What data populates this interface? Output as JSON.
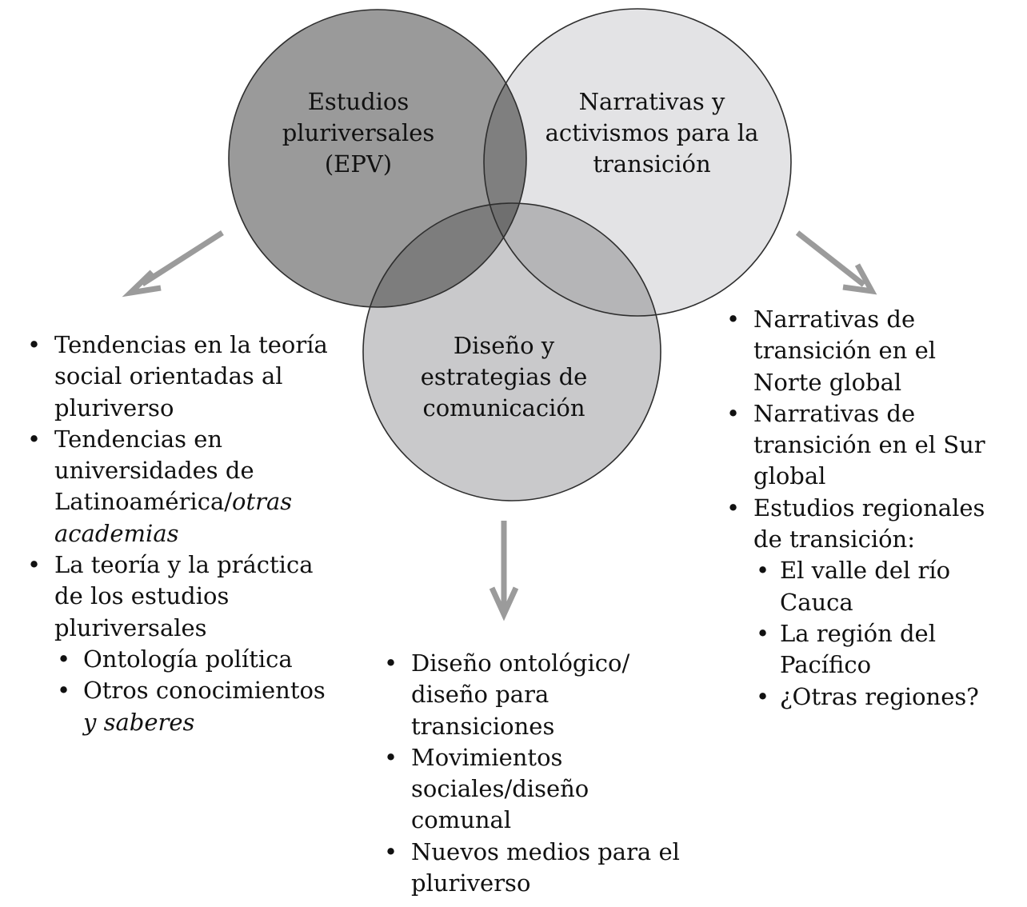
{
  "circles": {
    "epv": {
      "lines": [
        "Estudios",
        "pluriversales",
        "(EPV)"
      ],
      "fill": "#9a9a9a"
    },
    "narrativas": {
      "lines": [
        "Narrativas y",
        "activismos para la",
        "transición"
      ],
      "fill": "#e3e3e5"
    },
    "diseno": {
      "lines": [
        "Diseño y",
        "estrategias de",
        "comunicación"
      ],
      "fill": "#c9c9cb"
    }
  },
  "colors": {
    "outline": "#2e2e2e",
    "arrow": "#9b9b9b",
    "overlap_epv_narr": "#7f7f7f",
    "overlap_epv_dis": "#7d7d7d",
    "overlap_narr_dis": "#b5b5b7",
    "overlap_all": "#6f6f6f"
  },
  "lists": {
    "left": {
      "item1": "Tendencias en la teoría social orientadas al pluriverso",
      "item2_main": "Tendencias en universidades de Latinoamérica/",
      "item2_italic": "otras academias",
      "item3": "La teoría y la práctica de los estudios pluriversales",
      "item3_sub1": "Ontología política",
      "item3_sub2_main": "Otros conocimientos ",
      "item3_sub2_italic": "y saberes"
    },
    "center": {
      "item1": "Diseño ontológico/ diseño para transiciones",
      "item2": "Movimientos sociales/diseño comunal",
      "item3": "Nuevos medios para el pluriverso"
    },
    "right": {
      "item1": "Narrativas de transición en el Norte global",
      "item2": "Narrativas de transición en el Sur global",
      "item3": "Estudios regionales de transición:",
      "item3_sub1": "El valle del río Cauca",
      "item3_sub2": "La región del Pacífico",
      "item3_sub3": "¿Otras regiones?"
    }
  }
}
